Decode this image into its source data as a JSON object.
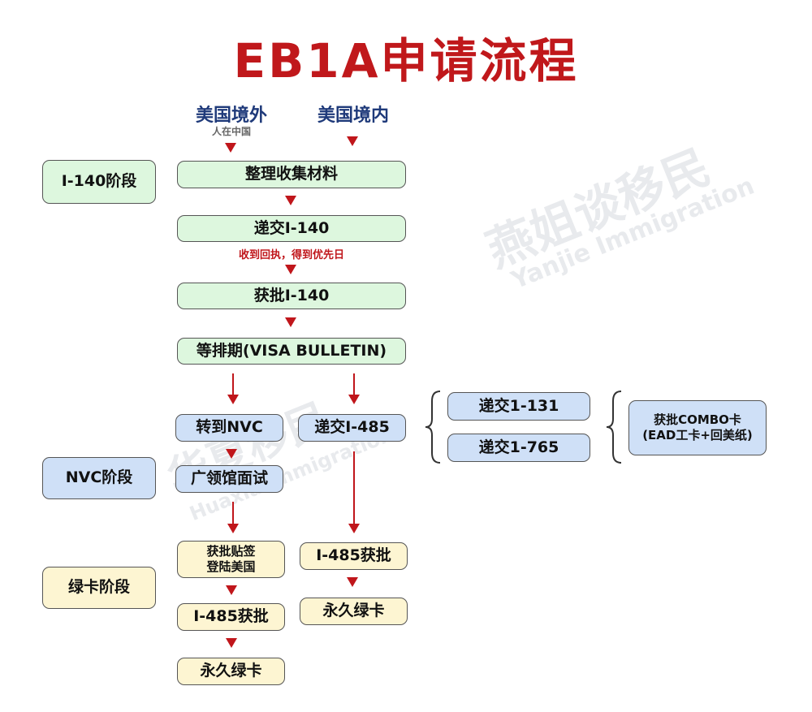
{
  "title": "EB1A申请流程",
  "columns": {
    "outside": "美国境外",
    "outside_sub": "人在中国",
    "inside": "美国境内"
  },
  "stages": {
    "i140": "I-140阶段",
    "nvc": "NVC阶段",
    "greencard": "绿卡阶段"
  },
  "steps": {
    "collect": "整理收集材料",
    "file_i140": "递交I-140",
    "receipt_note": "收到回执，得到优先日",
    "approve_i140": "获批I-140",
    "wait": "等排期(VISA BULLETIN)",
    "to_nvc": "转到NVC",
    "file_i485": "递交I-485",
    "file_i131": "递交1-131",
    "file_i765": "递交1-765",
    "combo_1": "获批COMBO卡",
    "combo_2": "(EAD工卡+回美纸)",
    "interview": "广领馆面试",
    "visa_1": "获批贴签",
    "visa_2": "登陆美国",
    "i485_ok_left": "I-485获批",
    "i485_ok_right": "I-485获批",
    "gc_left": "永久绿卡",
    "gc_right": "永久绿卡"
  },
  "watermarks": {
    "a": "燕姐谈移民",
    "a_en": "Yanjie Immigration",
    "b": "华夏移民",
    "b_en": "Huaxia Immigration"
  },
  "colors": {
    "title": "#c0181b",
    "header": "#1f3a7a",
    "arrow": "#c0161b"
  }
}
